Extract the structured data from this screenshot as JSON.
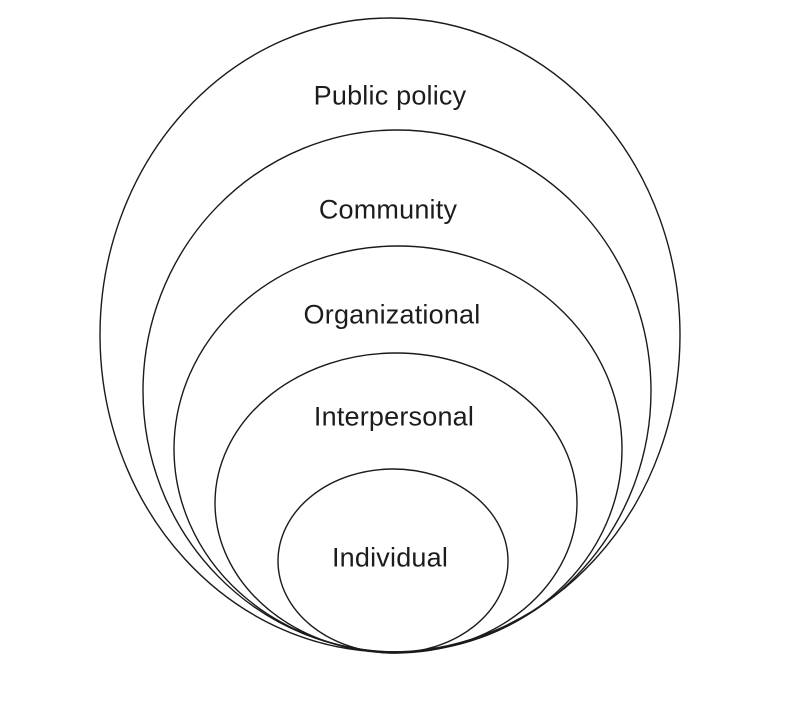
{
  "diagram": {
    "type": "nested-ellipses",
    "background": "#ffffff",
    "stroke_color": "#1a1a1a",
    "levels": [
      {
        "label": "Public policy"
      },
      {
        "label": "Community"
      },
      {
        "label": "Organizational"
      },
      {
        "label": "Interpersonal"
      },
      {
        "label": "Individual"
      }
    ]
  }
}
